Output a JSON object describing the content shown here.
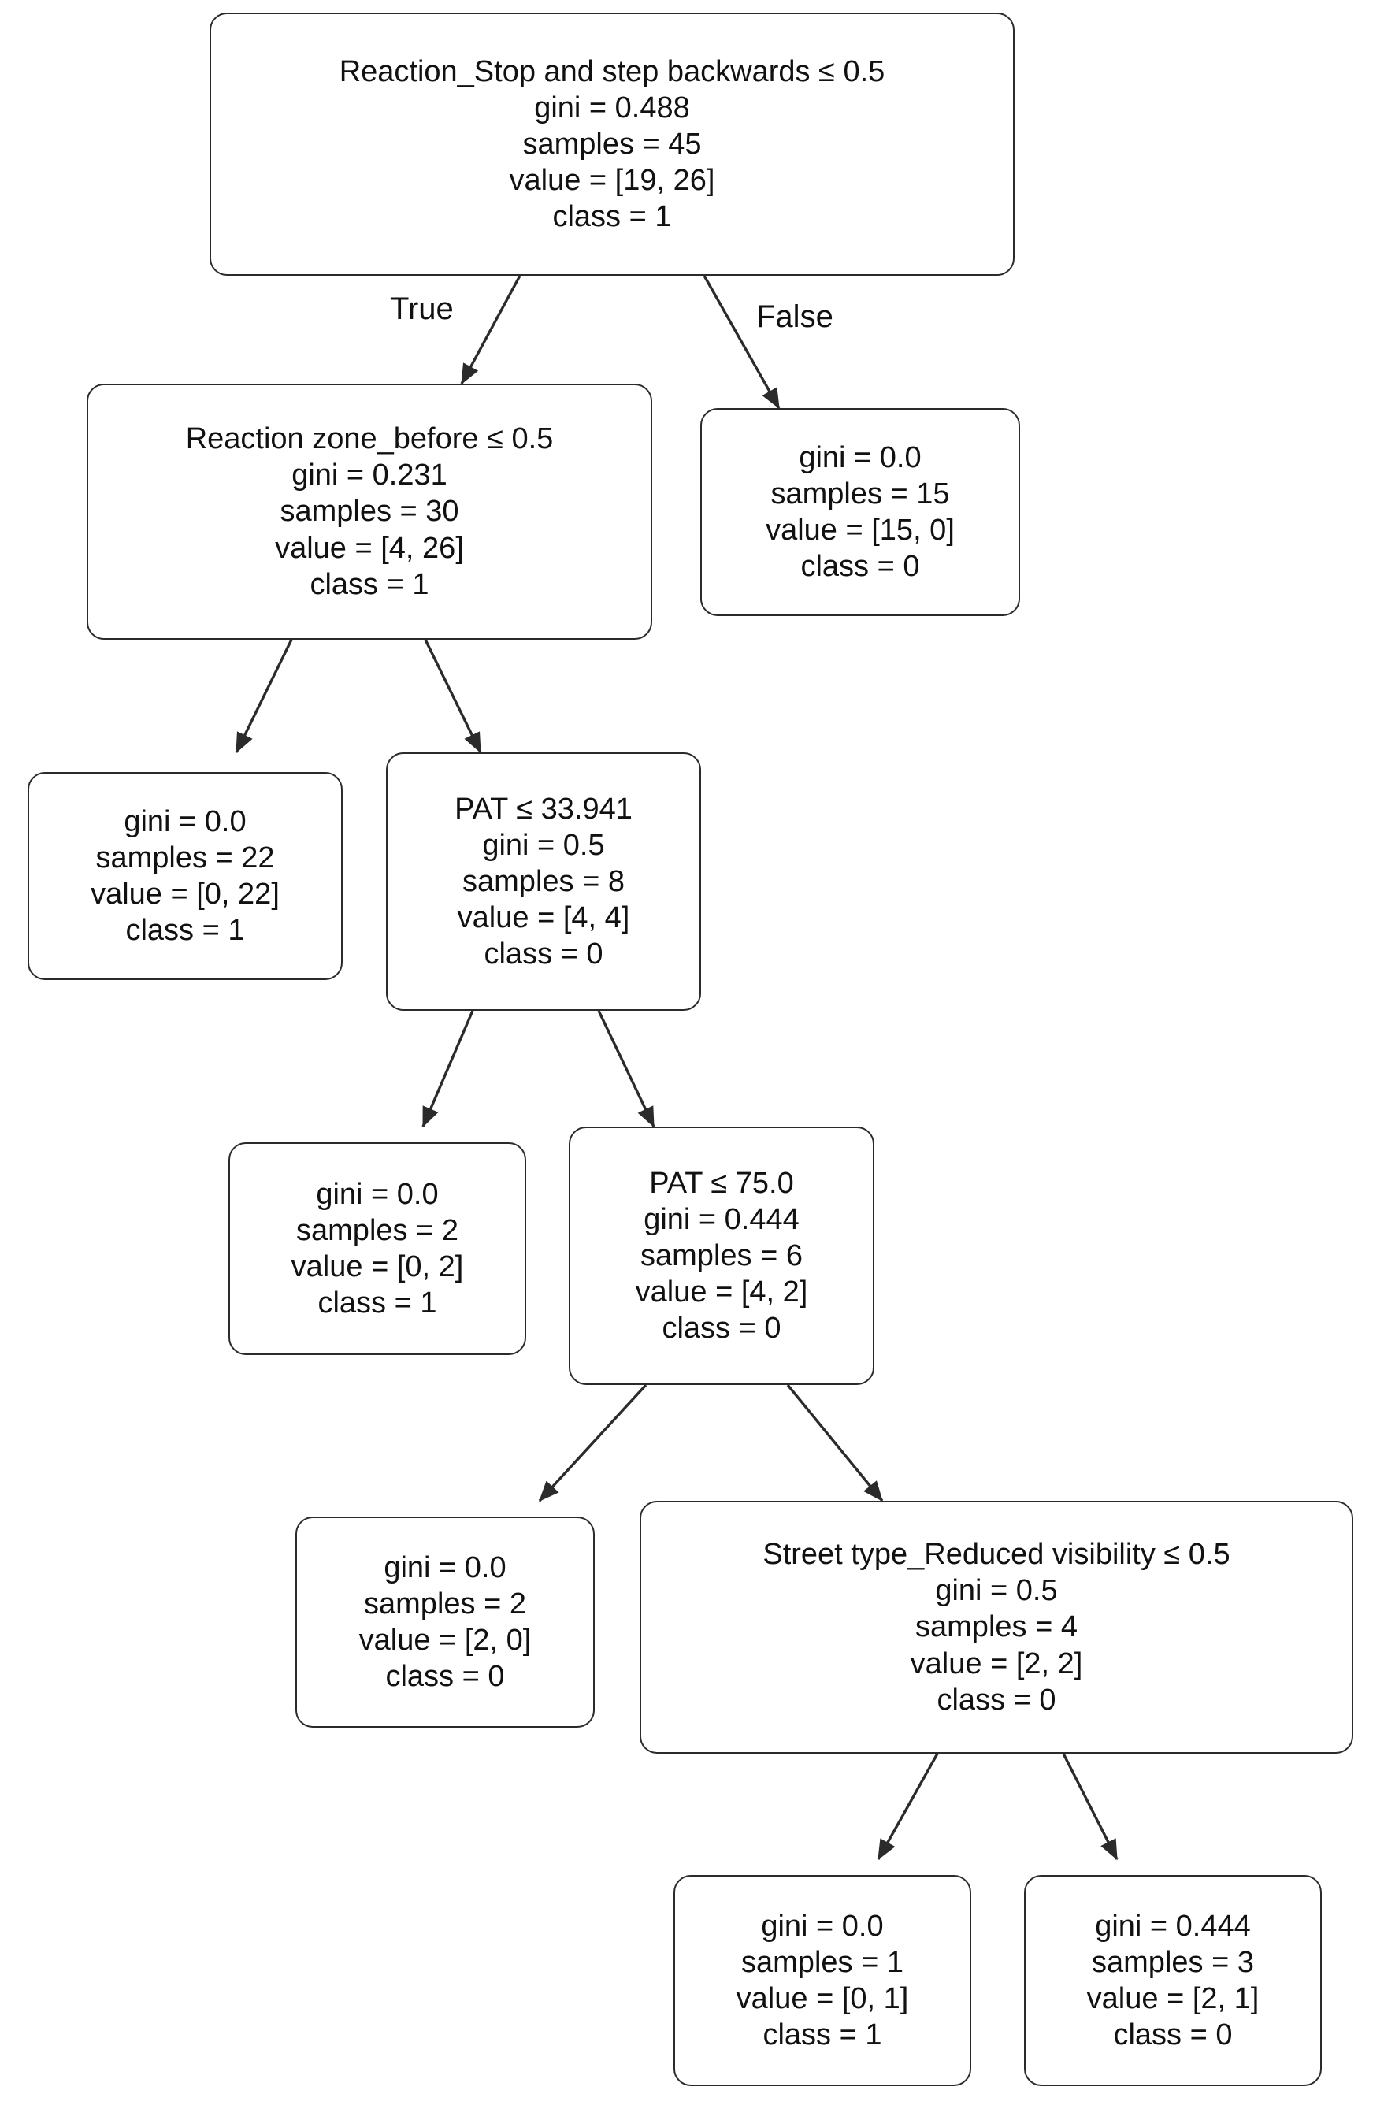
{
  "diagram": {
    "type": "decision-tree",
    "title": "",
    "edge_labels": {
      "true": "True",
      "false": "False"
    },
    "style": {
      "node_border_color": "#2b2b2b",
      "node_fill_color": "#ffffff",
      "edge_color": "#2b2b2b",
      "text_color": "#111111",
      "background": "#ffffff"
    }
  },
  "nodes": [
    {
      "id": "n0",
      "role": "root",
      "condition": "Reaction_Stop and step backwards ≤ 0.5",
      "gini": "gini = 0.488",
      "samples": "samples = 45",
      "value": "value = [19, 26]",
      "class": "class = 1"
    },
    {
      "id": "n1",
      "role": "internal",
      "condition": "Reaction zone_before ≤ 0.5",
      "gini": "gini = 0.231",
      "samples": "samples = 30",
      "value": "value = [4, 26]",
      "class": "class = 1"
    },
    {
      "id": "n2",
      "role": "leaf",
      "condition": "",
      "gini": "gini = 0.0",
      "samples": "samples = 15",
      "value": "value = [15, 0]",
      "class": "class = 0"
    },
    {
      "id": "n3",
      "role": "leaf",
      "condition": "",
      "gini": "gini = 0.0",
      "samples": "samples = 22",
      "value": "value = [0, 22]",
      "class": "class = 1"
    },
    {
      "id": "n4",
      "role": "internal",
      "condition": "PAT ≤ 33.941",
      "gini": "gini = 0.5",
      "samples": "samples = 8",
      "value": "value = [4, 4]",
      "class": "class = 0"
    },
    {
      "id": "n5",
      "role": "leaf",
      "condition": "",
      "gini": "gini = 0.0",
      "samples": "samples = 2",
      "value": "value = [0, 2]",
      "class": "class = 1"
    },
    {
      "id": "n6",
      "role": "internal",
      "condition": "PAT ≤ 75.0",
      "gini": "gini = 0.444",
      "samples": "samples = 6",
      "value": "value = [4, 2]",
      "class": "class = 0"
    },
    {
      "id": "n7",
      "role": "leaf",
      "condition": "",
      "gini": "gini = 0.0",
      "samples": "samples = 2",
      "value": "value = [2, 0]",
      "class": "class = 0"
    },
    {
      "id": "n8",
      "role": "internal",
      "condition": "Street type_Reduced visibility ≤ 0.5",
      "gini": "gini = 0.5",
      "samples": "samples = 4",
      "value": "value = [2, 2]",
      "class": "class = 0"
    },
    {
      "id": "n9",
      "role": "leaf",
      "condition": "",
      "gini": "gini = 0.0",
      "samples": "samples = 1",
      "value": "value = [0, 1]",
      "class": "class = 1"
    },
    {
      "id": "n10",
      "role": "leaf",
      "condition": "",
      "gini": "gini = 0.444",
      "samples": "samples = 3",
      "value": "value = [2, 1]",
      "class": "class = 0"
    }
  ]
}
